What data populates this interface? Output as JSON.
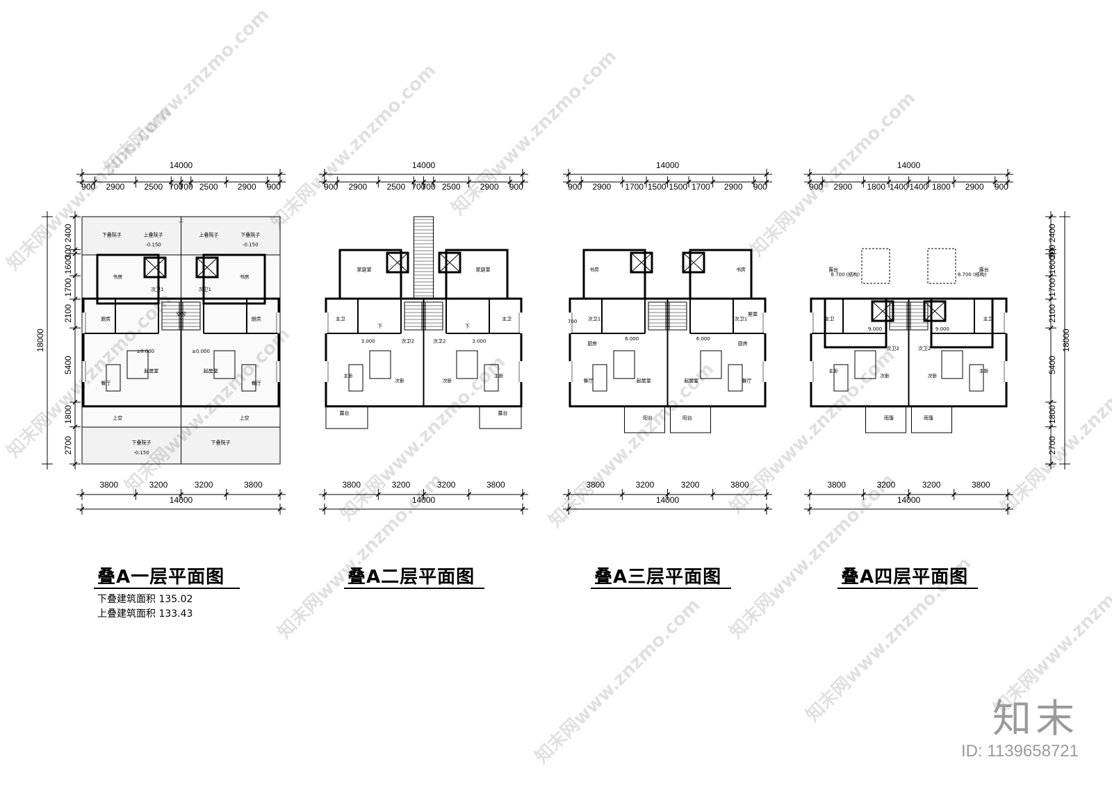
{
  "plans": [
    {
      "title": "叠A一层平面图",
      "area_lines": [
        "下叠建筑面积 135.02",
        "上叠建筑面积 133.43"
      ],
      "top_total": "14000",
      "top_segments": [
        "900",
        "2900",
        "2500",
        "700",
        "700",
        "2500",
        "2900",
        "900"
      ],
      "bottom_segments": [
        "3800",
        "3200",
        "3200",
        "3800"
      ],
      "bottom_total": "14000",
      "left_segments": [
        "2400",
        "300",
        "1600",
        "1700",
        "2100",
        "5400",
        "1800",
        "2700"
      ],
      "left_total": "18000",
      "rooms": [
        "下叠院子",
        "上叠院子",
        "上叠院子",
        "下叠院子",
        "-0.150",
        "-0.150",
        "书房",
        "次卫1",
        "次卫1",
        "书房",
        "厨房",
        "空腔",
        "厨房",
        "起居室",
        "起居室",
        "餐厅",
        "餐厅",
        "上空",
        "上空",
        "下叠院子",
        "下叠院子",
        "-0.150",
        "±0.000",
        "±0.000",
        "上"
      ]
    },
    {
      "title": "叠A二层平面图",
      "top_total": "14000",
      "top_segments": [
        "900",
        "2900",
        "2500",
        "700",
        "700",
        "2500",
        "2900",
        "900"
      ],
      "bottom_segments": [
        "3800",
        "3200",
        "3200",
        "3800"
      ],
      "bottom_total": "14000",
      "rooms": [
        "家庭室",
        "家庭室",
        "主卫",
        "主卫",
        "下",
        "下",
        "3.000",
        "3.000",
        "次卫2",
        "次卫2",
        "主卧",
        "次卧",
        "次卧",
        "主卧",
        "露台",
        "露台"
      ]
    },
    {
      "title": "叠A三层平面图",
      "top_total": "14000",
      "top_segments": [
        "900",
        "2900",
        "1700",
        "1500",
        "1500",
        "1700",
        "2900",
        "900"
      ],
      "bottom_segments": [
        "3800",
        "3200",
        "3200",
        "3800"
      ],
      "bottom_total": "14000",
      "rooms": [
        "书房",
        "书房",
        "次卫1",
        "次卫1",
        "屋面",
        "厨房",
        "厨房",
        "6.000",
        "6.000",
        "餐厅",
        "起居室",
        "起居室",
        "餐厅",
        "阳台",
        "阳台",
        "700"
      ]
    },
    {
      "title": "叠A四层平面图",
      "top_total": "14000",
      "top_segments": [
        "900",
        "2900",
        "1800",
        "1400",
        "1400",
        "1800",
        "2900",
        "900"
      ],
      "bottom_segments": [
        "3800",
        "3200",
        "3200",
        "3800"
      ],
      "bottom_total": "14000",
      "right_segments": [
        "2400",
        "300",
        "1600",
        "1700",
        "2100",
        "5400",
        "1800",
        "2700"
      ],
      "right_total": "18000",
      "rooms": [
        "露台",
        "露台",
        "8.700 (结构)",
        "8.700 (结构)",
        "主卫",
        "主卫",
        "9.000",
        "9.000",
        "次卫2",
        "次卫2",
        "主卧",
        "次卧",
        "次卧",
        "主卧",
        "雨篷",
        "雨篷"
      ]
    }
  ],
  "watermark": {
    "text": "知末网www.znzmo.com"
  },
  "brand": {
    "logo_text": "知末",
    "id_text": "ID: 1139658721"
  }
}
